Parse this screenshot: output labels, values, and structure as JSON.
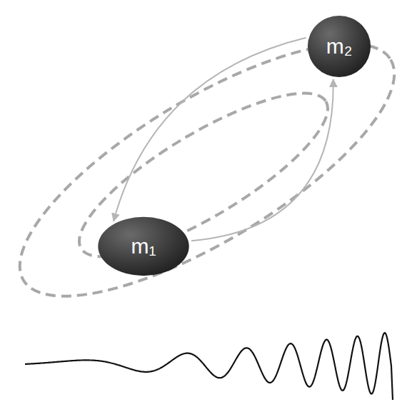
{
  "diagram": {
    "nodes": [
      {
        "text": [
          "m₂"
        ]
      },
      {
        "text": [
          "m₁"
        ]
      }
    ],
    "edges": [
      {
        "from": 0,
        "to": 1,
        "arrow": "to"
      },
      {
        "from": 1,
        "to": 0,
        "arrow": "to"
      }
    ]
  }
}
